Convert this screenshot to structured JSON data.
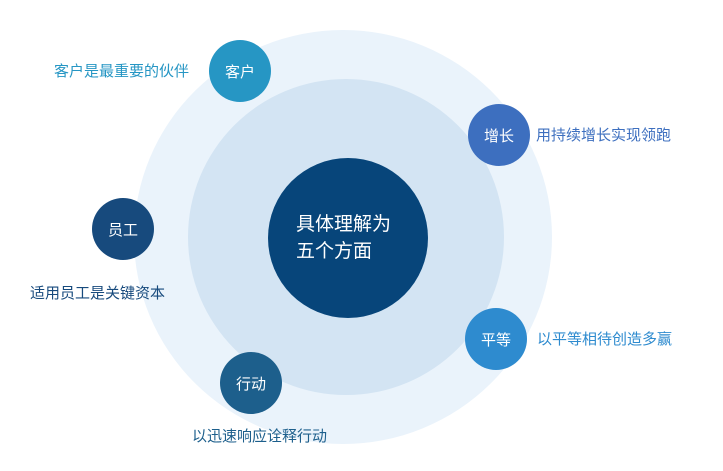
{
  "colors": {
    "outer_ring": "#eaf3fb",
    "middle_ring": "#d3e4f3",
    "core": "#07457a",
    "customer_node": "#2696c4",
    "customer_text": "#2696c4",
    "growth_node": "#3d6fbf",
    "growth_text": "#3d6fbf",
    "equality_node": "#2e8bcf",
    "equality_text": "#2e8bcf",
    "action_node": "#1d5f8c",
    "action_text": "#1d5f8c",
    "employee_node": "#174a7d",
    "employee_text": "#174a7d"
  },
  "center": {
    "line1": "具体理解为",
    "line2": "五个方面"
  },
  "items": [
    {
      "id": "customer",
      "node": "客户",
      "desc": "客户是最重要的伙伴"
    },
    {
      "id": "growth",
      "node": "增长",
      "desc": "用持续增长实现领跑"
    },
    {
      "id": "equality",
      "node": "平等",
      "desc": "以平等相待创造多赢"
    },
    {
      "id": "action",
      "node": "行动",
      "desc": "以迅速响应诠释行动"
    },
    {
      "id": "employee",
      "node": "员工",
      "desc": "适用员工是关键资本"
    }
  ]
}
